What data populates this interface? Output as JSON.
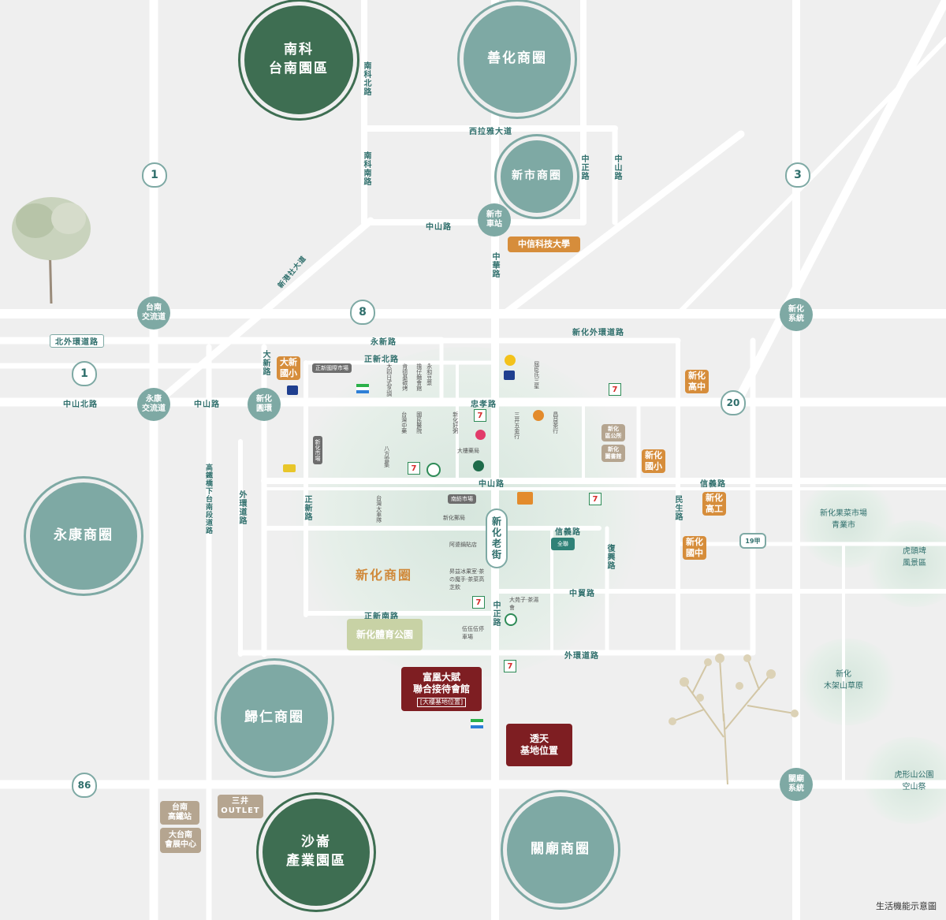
{
  "rings": {
    "nanke": "南科\n台南園區",
    "shanhua": "善化商圈",
    "xinshi": "新市商圈",
    "yongkang": "永康商圈",
    "guiren": "歸仁商圈",
    "shanao": "沙崙\n產業園區",
    "guanmiao": "關廟商圈"
  },
  "nodes": {
    "xinshi_station": "新市\n車站",
    "tainan_ic": "台南\n交流道",
    "yongkang_ic": "永康\n交流道",
    "xinhua_circle": "新化\n圓環",
    "xinhua_sys": "新化\n系統",
    "guanmiao_sys": "關廟\n系統"
  },
  "shields": {
    "r1a": "1",
    "r1b": "1",
    "r3": "3",
    "r8": "8",
    "r20": "20",
    "r86": "86",
    "r19": "19甲"
  },
  "roads": {
    "nanke_n": "南科北路",
    "nanke_s": "南科南路",
    "silaya": "西拉雅大道",
    "zhongzheng_n": "中正路",
    "zhongshan_n": "中山路",
    "zhongshan_top": "中山路",
    "zhonghua": "中華路",
    "xingang": "新港社大道",
    "north_outer": "北外環道路",
    "yongxin": "永新路",
    "xinhua_outer": "新化外環道路",
    "daxin": "大新路",
    "zhengxin_n": "正新北路",
    "zhongshan_n_rd": "中山北路",
    "zhongshan_w": "中山路",
    "zhongxiao": "忠孝路",
    "zhongshan_c": "中山路",
    "xinyi": "信義路",
    "xinyi2": "信義路",
    "zhengxin": "正新路",
    "outer_ring_w": "外環道路",
    "hsr": "高鐵橋下台南段道路",
    "minsheng": "民生路",
    "fuxing": "復興路",
    "zhongmao": "中貿路",
    "zhengxin_s": "正新南路",
    "zhongzheng_s": "中正路",
    "outer_ring_s": "外環道路"
  },
  "badges": {
    "chienkuo": "中信科技大學",
    "daxin_elem": "大新\n國小",
    "xinhua_hs": "新化\n高中",
    "xinhua_elem": "新化\n國小",
    "xinhua_voc": "新化\n高工",
    "xinhua_jhs": "新化\n國中",
    "xinhua_office": "新化\n區公所",
    "xinhua_library": "新化\n圖書館",
    "tainan_hsr": "台南\n高鐵站",
    "conv_center": "大台南\n會展中心",
    "mitsui": "三井\nOUTLET",
    "sports_park": "新化體育公園"
  },
  "district_label": "新化商圈",
  "old_street": "新化老街",
  "reception": {
    "line1": "富凰大賦",
    "line2": "聯合接待會館",
    "note": "[大樓基地位置]"
  },
  "townhouse": {
    "line1": "透天",
    "line2": "基地位置"
  },
  "scenic": {
    "market": "新化果菜市場\n青業市",
    "hutoupi": "虎頭埤\n風景區",
    "grassland": "新化\n木架山草原",
    "huxingshan": "虎形山公園\n空山祭"
  },
  "pills": {
    "cosmed": "正新國際市場",
    "xinyi_pill": "南紡市場",
    "park_pill": "新化市場",
    "fm_pill": "全聯"
  },
  "shops": {
    "s1": "大四日式烹調",
    "s2": "肯德基碳烤",
    "s3": "擔仔麵會館",
    "s4": "永和豆漿",
    "s5": "屈臣氏三星",
    "s6": "台灣中藥",
    "s7": "國民醫院",
    "s8": "新化好粥",
    "s9": "三井五金行",
    "s10": "大樓藥局",
    "s11": "昌益茶行",
    "s12": "八方雲集",
    "s13": "新化郵局",
    "s14": "阿婆鍋貼店",
    "s15": "昇益冰果室·茶の魔手·茶菜高芝飲",
    "s16": "大苑子·茶湯會",
    "s17": "伍伍伍停車場",
    "s18": "台灣大車隊"
  },
  "footnote": "生活機能示意圖"
}
